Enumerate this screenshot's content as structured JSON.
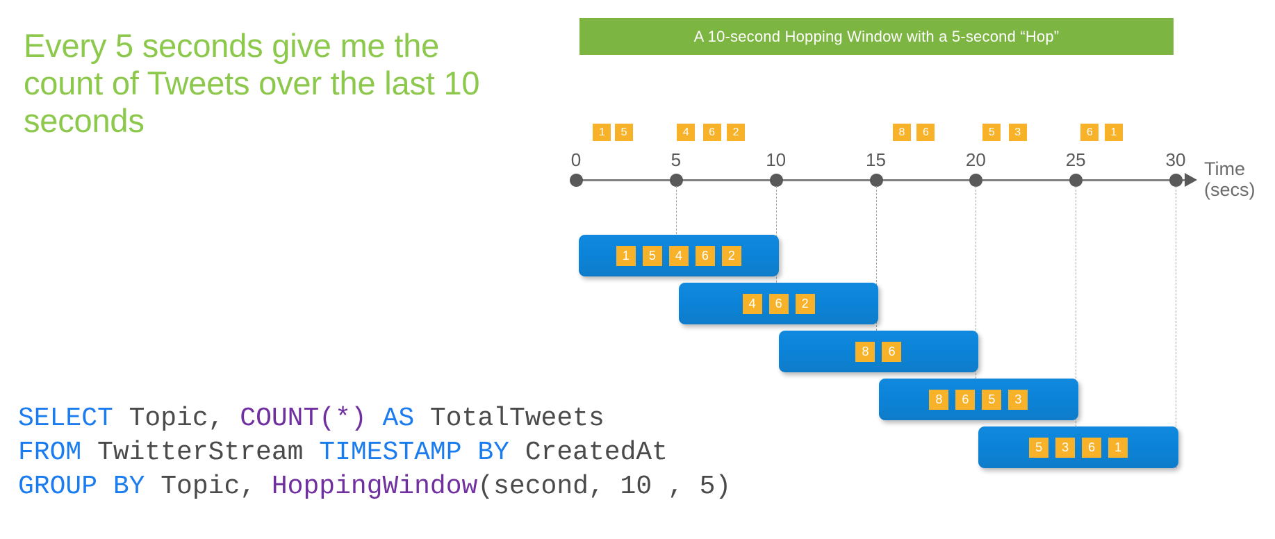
{
  "headline": {
    "lines": [
      "Every 5 seconds give me the",
      "count of Tweets over the last 10",
      "seconds"
    ],
    "color": "#8CC84B"
  },
  "banner": {
    "text": "A 10-second Hopping Window with a 5-second “Hop”",
    "background": "#7DB543",
    "text_color": "#FFFFFF"
  },
  "timeline": {
    "axis_label_line1": "Time",
    "axis_label_line2": "(secs)",
    "tick_labels": [
      "0",
      "5",
      "10",
      "15",
      "20",
      "25",
      "30"
    ],
    "tick_values": [
      0,
      5,
      10,
      15,
      20,
      25,
      30
    ],
    "axis_color": "#808080",
    "dot_color": "#595959"
  },
  "events": [
    {
      "label": "1",
      "time": 1.3
    },
    {
      "label": "5",
      "time": 2.4
    },
    {
      "label": "4",
      "time": 5.5
    },
    {
      "label": "6",
      "time": 6.8
    },
    {
      "label": "2",
      "time": 8.0
    },
    {
      "label": "8",
      "time": 16.3
    },
    {
      "label": "6",
      "time": 17.5
    },
    {
      "label": "5",
      "time": 20.8
    },
    {
      "label": "3",
      "time": 22.1
    },
    {
      "label": "6",
      "time": 25.7
    },
    {
      "label": "1",
      "time": 26.9
    }
  ],
  "windows": [
    {
      "name": "window-0-10",
      "start": 0,
      "end": 10,
      "counts": [
        "1",
        "5",
        "4",
        "6",
        "2"
      ]
    },
    {
      "name": "window-5-15",
      "start": 5,
      "end": 15,
      "counts": [
        "4",
        "6",
        "2"
      ]
    },
    {
      "name": "window-10-20",
      "start": 10,
      "end": 20,
      "counts": [
        "8",
        "6"
      ]
    },
    {
      "name": "window-15-25",
      "start": 15,
      "end": 25,
      "counts": [
        "8",
        "6",
        "5",
        "3"
      ]
    },
    {
      "name": "window-20-30",
      "start": 20,
      "end": 30,
      "counts": [
        "5",
        "3",
        "6",
        "1"
      ]
    }
  ],
  "colors": {
    "chip": "#F8B22A",
    "window": "#0C84DA",
    "keyword": "#1B7CEF",
    "function": "#7030A0",
    "plain": "#4A4A4A"
  },
  "sql": {
    "lines": [
      [
        {
          "t": "SELECT",
          "c": "kw"
        },
        {
          "t": " Topic, ",
          "c": "pl"
        },
        {
          "t": "COUNT(*)",
          "c": "fn"
        },
        {
          "t": " ",
          "c": "pl"
        },
        {
          "t": "AS",
          "c": "kw"
        },
        {
          "t": " TotalTweets",
          "c": "pl"
        }
      ],
      [
        {
          "t": "FROM",
          "c": "kw"
        },
        {
          "t": " TwitterStream ",
          "c": "pl"
        },
        {
          "t": "TIMESTAMP BY",
          "c": "kw"
        },
        {
          "t": " CreatedAt",
          "c": "pl"
        }
      ],
      [
        {
          "t": "GROUP BY",
          "c": "kw"
        },
        {
          "t": " Topic, ",
          "c": "pl"
        },
        {
          "t": "HoppingWindow",
          "c": "fn"
        },
        {
          "t": "(second, 10 , 5)",
          "c": "pl"
        }
      ]
    ],
    "plain_text": "SELECT Topic, COUNT(*) AS TotalTweets\nFROM TwitterStream TIMESTAMP BY CreatedAt\nGROUP BY Topic, HoppingWindow(second, 10 , 5)"
  }
}
